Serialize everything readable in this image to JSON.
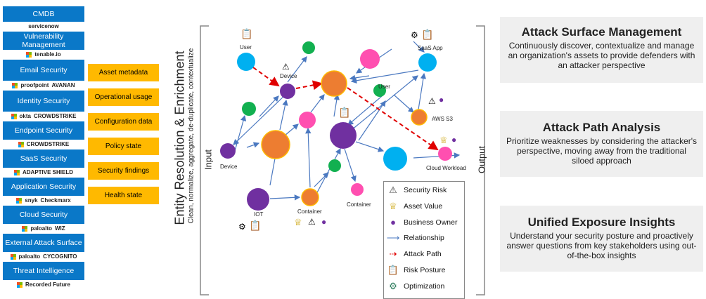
{
  "sources": [
    {
      "id": "cmdb",
      "label": "CMDB",
      "logos": [
        "servicenow"
      ]
    },
    {
      "id": "vuln",
      "label": "Vulnerability Management",
      "logos": [
        "tenable.io"
      ]
    },
    {
      "id": "email",
      "label": "Email Security",
      "logos": [
        "proofpoint",
        "AVANAN"
      ]
    },
    {
      "id": "identity",
      "label": "Identity Security",
      "logos": [
        "okta",
        "CROWDSTRIKE"
      ]
    },
    {
      "id": "endpoint",
      "label": "Endpoint Security",
      "logos": [
        "CROWDSTRIKE"
      ]
    },
    {
      "id": "saas",
      "label": "SaaS Security",
      "logos": [
        "ADAPTIVE SHIELD"
      ]
    },
    {
      "id": "app",
      "label": "Application Security",
      "logos": [
        "snyk",
        "Checkmarx"
      ]
    },
    {
      "id": "cloud",
      "label": "Cloud Security",
      "logos": [
        "paloalto",
        "WIZ"
      ]
    },
    {
      "id": "eas",
      "label": "External Attack Surface",
      "logos": [
        "paloalto",
        "CYCOGNITO"
      ]
    },
    {
      "id": "ti",
      "label": "Threat Intelligence",
      "logos": [
        "Recorded Future"
      ]
    }
  ],
  "data_tags": [
    "Asset metadata",
    "Operational usage",
    "Configuration data",
    "Policy state",
    "Security findings",
    "Health state"
  ],
  "enrichment": {
    "title": "Entity Resolution & Enrichment",
    "subtitle": "Clean, normalize, aggregate, de-duplicate, contextualize"
  },
  "input_label": "Input",
  "output_label": "Output",
  "graph_labels": {
    "user1": "User",
    "device1": "Device",
    "device2": "Device",
    "saas_app": "SaaS App",
    "user2": "User",
    "aws_s3": "AWS S3",
    "cloud_workload": "Cloud Workload",
    "iot": "IOT",
    "container1": "Container",
    "container2": "Container"
  },
  "legend": [
    {
      "icon": "security-risk-icon",
      "label": "Security Risk"
    },
    {
      "icon": "asset-value-icon",
      "label": "Asset Value"
    },
    {
      "icon": "business-owner-icon",
      "label": "Business Owner"
    },
    {
      "icon": "relationship-icon",
      "label": "Relationship"
    },
    {
      "icon": "attack-path-icon",
      "label": "Attack Path"
    },
    {
      "icon": "risk-posture-icon",
      "label": "Risk Posture"
    },
    {
      "icon": "optimization-icon",
      "label": "Optimization"
    }
  ],
  "panels": [
    {
      "title": "Attack Surface Management",
      "body": "Continuously discover, contextualize and manage an organization's assets to provide defenders with an attacker perspective"
    },
    {
      "title": "Attack Path Analysis",
      "body": "Prioritize weaknesses by considering the attacker's perspective, moving away from the traditional siloed approach"
    },
    {
      "title": "Unified Exposure Insights",
      "body": "Understand your security posture and proactively answer questions from key stakeholders using out-of-the-box insights"
    }
  ],
  "colors": {
    "source_blue": "#0a78c8",
    "tag_orange": "#ffb900",
    "node_cyan": "#00b0f0",
    "node_green": "#12b050",
    "node_purple": "#7030a0",
    "node_orange": "#ed7d31",
    "node_pink": "#ff4fb0",
    "attack_red": "#e00000",
    "edge_blue": "#4a78c0"
  }
}
